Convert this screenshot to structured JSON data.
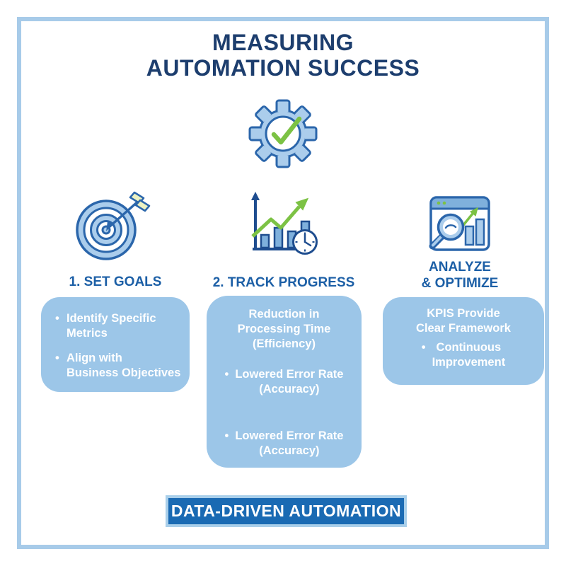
{
  "title": {
    "text": "MEASURING\nAUTOMATION SUCCESS"
  },
  "ui": {
    "bullet": "•"
  },
  "colors": {
    "title": "#1d3e6e",
    "section_header": "#1c5fa6",
    "card_background": "#9cc6e8",
    "card_text": "#ffffff",
    "banner_background": "#1a6ab3",
    "frame_border": "#a7cbe9",
    "icon_outline": "#2b66ab",
    "icon_fill_light": "#abcdec",
    "icon_bar_fill": "#7fb0dc",
    "icon_green": "#7cc244",
    "fletching": "#ecf2c2"
  },
  "icons": {
    "top": "gear-check-icon",
    "column_1": "target-arrow-icon",
    "column_2": "growth-chart-clock-icon",
    "column_3": "analysis-magnifier-icon"
  },
  "columns": [
    {
      "header": "1. SET GOALS",
      "items": [
        {
          "bullet": true,
          "text": "Identify Specific\nMetrics"
        },
        {
          "bullet": true,
          "text": "Align with\nBusiness Objectives"
        }
      ]
    },
    {
      "header": "2. TRACK PROGRESS",
      "items": [
        {
          "bullet": false,
          "text": "Reduction in\nProcessing Time\n(Efficiency)"
        },
        {
          "bullet": true,
          "text": "Lowered Error Rate\n(Accuracy)"
        },
        {
          "bullet": true,
          "text": "Lowered Error Rate\n(Accuracy)"
        }
      ]
    },
    {
      "header": "ANALYZE\n& OPTIMIZE",
      "items": [
        {
          "bullet": false,
          "text": "KPIS Provide\nClear Framework"
        },
        {
          "bullet": true,
          "text": "Continuous\nImprovement"
        }
      ]
    }
  ],
  "footer": {
    "banner_label": "DATA-DRIVEN AUTOMATION"
  }
}
